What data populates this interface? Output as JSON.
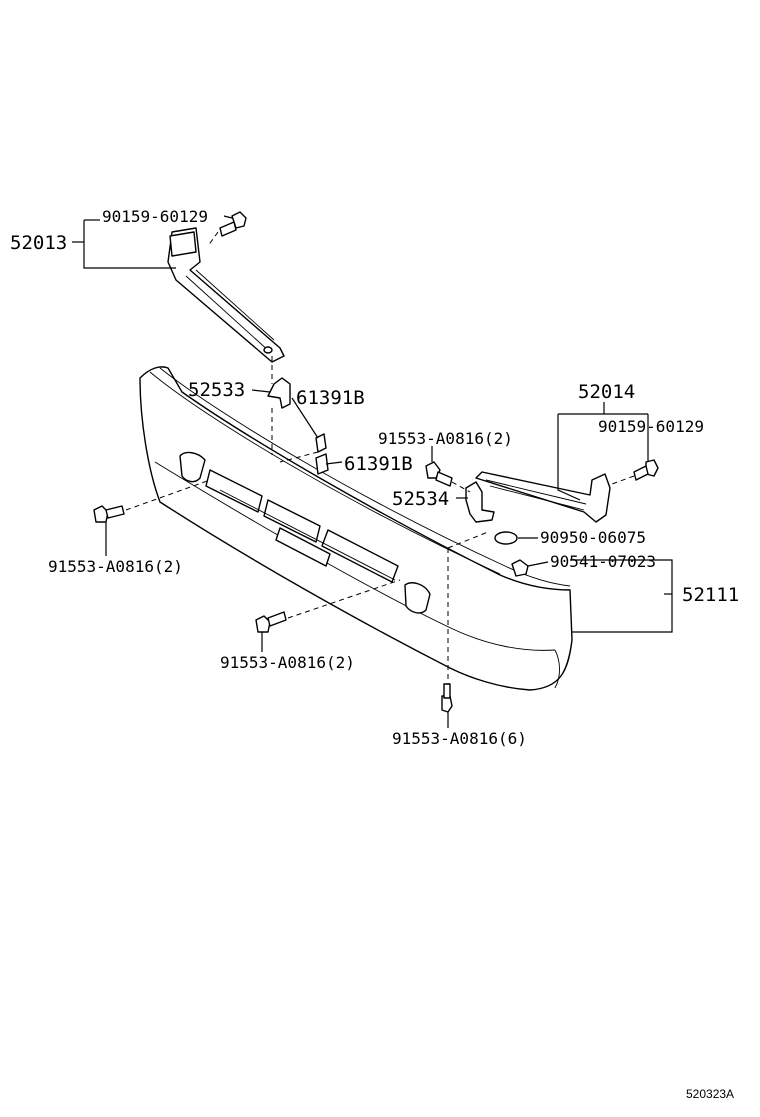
{
  "diagram": {
    "ref_code": "520323A",
    "labels": {
      "p52013": "52013",
      "p52014": "52014",
      "p52111": "52111",
      "p52533": "52533",
      "p52534": "52534",
      "p61391b_a": "61391B",
      "p61391b_b": "61391B",
      "p90159_left": "90159-60129",
      "p90159_right": "90159-60129",
      "p91553_top": "91553-A0816(2)",
      "p91553_left": "91553-A0816(2)",
      "p91553_mid": "91553-A0816(2)",
      "p91553_bottom": "91553-A0816(6)",
      "p90950": "90950-06075",
      "p90541": "90541-07023"
    }
  }
}
